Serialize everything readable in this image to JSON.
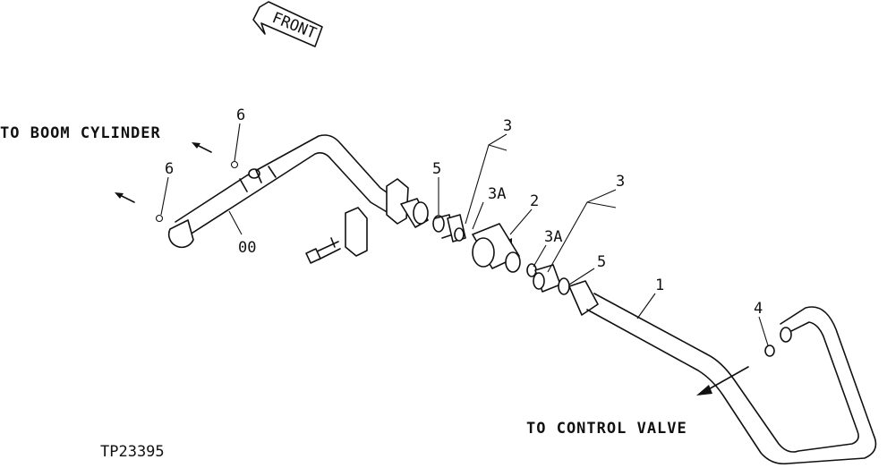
{
  "front_arrow_label": "FRONT",
  "labels": {
    "to_boom_cylinder": "TO BOOM CYLINDER",
    "to_control_valve": "TO CONTROL VALVE",
    "figure_id": "TP23395"
  },
  "callouts": {
    "c6a": "6",
    "c6b": "6",
    "c00": "00",
    "c5a": "5",
    "c3a": "3",
    "c3Aa": "3A",
    "c2": "2",
    "c3b": "3",
    "c3Ab": "3A",
    "c5b": "5",
    "c1": "1",
    "c4": "4"
  }
}
